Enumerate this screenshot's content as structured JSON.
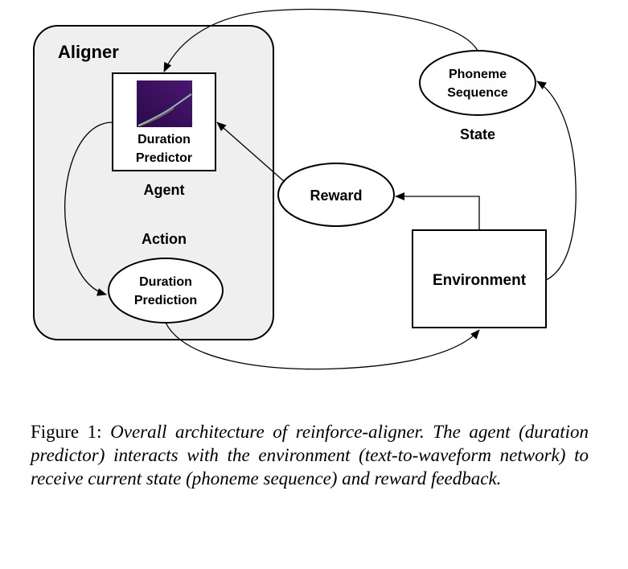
{
  "diagram": {
    "aligner_label": "Aligner",
    "agent": {
      "box_line1": "Duration",
      "box_line2": "Predictor",
      "label": "Agent"
    },
    "action_label": "Action",
    "duration_prediction": {
      "line1": "Duration",
      "line2": "Prediction"
    },
    "reward_label": "Reward",
    "environment_label": "Environment",
    "phoneme_sequence": {
      "line1": "Phoneme",
      "line2": "Sequence"
    },
    "state_label": "State",
    "colors": {
      "aligner_fill": "#efefef",
      "heatmap_bg": "#3a0f5c",
      "heatmap_line": "#8fb8b0"
    }
  },
  "caption": {
    "prefix": "Figure 1:",
    "text": "Overall architecture of reinforce-aligner. The agent (duration predictor) interacts with the environment (text-to-waveform network) to receive current state (phoneme sequence) and reward feedback."
  }
}
